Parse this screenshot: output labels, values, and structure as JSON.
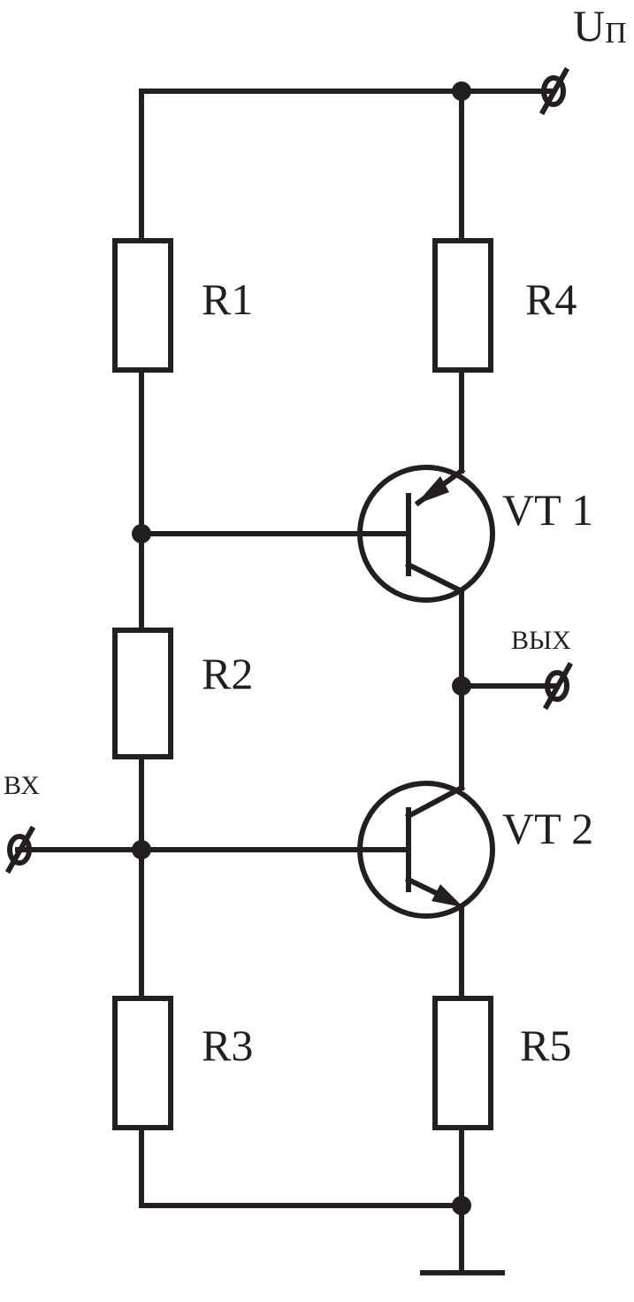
{
  "supply": {
    "label": "U",
    "subscript": "П"
  },
  "resistors": {
    "r1": "R1",
    "r2": "R2",
    "r3": "R3",
    "r4": "R4",
    "r5": "R5"
  },
  "transistors": {
    "vt1": "VT 1",
    "vt2": "VT 2"
  },
  "terminals": {
    "input": "ВХ",
    "output": "ВЫХ"
  },
  "colors": {
    "ink": "#231f20",
    "background": "#ffffff"
  }
}
